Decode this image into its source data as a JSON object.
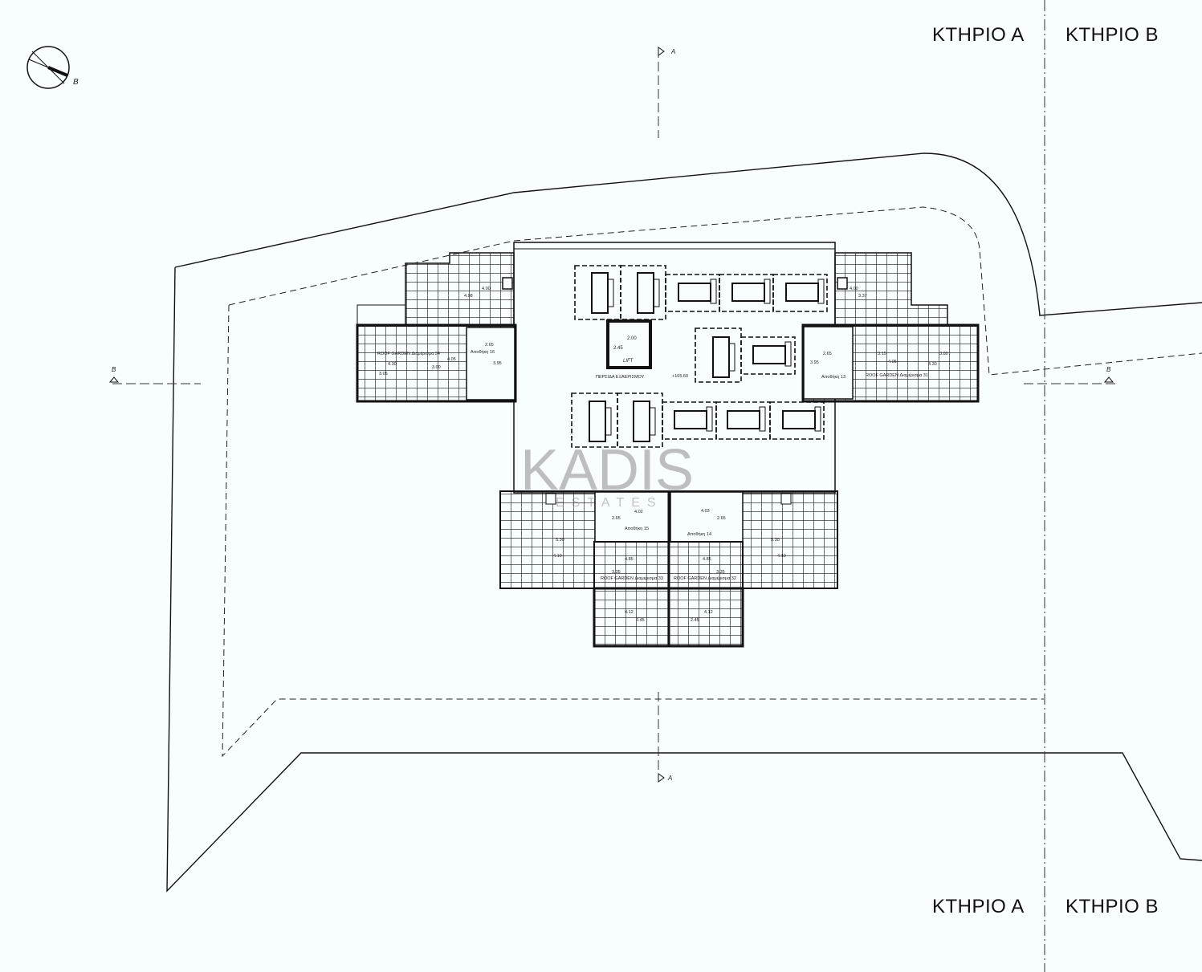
{
  "buildings": {
    "a": "ΚΤΗΡΙΟ Α",
    "b": "ΚΤΗΡΙΟ Β"
  },
  "north": {
    "label": "B"
  },
  "sections": {
    "a": "A",
    "b": "B"
  },
  "watermark": {
    "brand": "KADIS",
    "sub": "ESTATES"
  },
  "lift": {
    "label": "LIFT",
    "w": "2.00",
    "d": "2.45",
    "vent": "ΠΕΡΣΙΔΑ ΕΞΑΕΡΙΣΜΟΥ",
    "level": "+165.60"
  },
  "left_wing": {
    "garden": "ROOF GARDEN Διαμέρισμα 34",
    "storage": "Αποθήκη 16",
    "dims": [
      "4.00",
      "4.98",
      "2.65",
      "3.95",
      "4.30",
      "3.00",
      "4.05",
      "3.05"
    ]
  },
  "right_wing": {
    "garden": "ROOF GARDEN Διαμέρισμα 31",
    "storage": "Αποθήκη 13",
    "dims": [
      "4.00",
      "3.37",
      "2.65",
      "3.95",
      "3.15",
      "4.05",
      "3.80",
      "4.30"
    ]
  },
  "bottom_wing": {
    "garden_left": "ROOF GARDEN Διαμέρισμα 33",
    "garden_right": "ROOF GARDEN Διαμέρισμα 32",
    "storage_left": "Αποθήκη 15",
    "storage_right": "Αποθήκη 14",
    "dims_left": [
      "2.65",
      "4.02",
      "5.30",
      "4.10",
      "4.85",
      "3.35",
      "4.12",
      "2.45"
    ],
    "dims_right": [
      "4.03",
      "2.65",
      "5.30",
      "4.10",
      "4.85",
      "3.35",
      "4.12",
      "2.45"
    ]
  }
}
